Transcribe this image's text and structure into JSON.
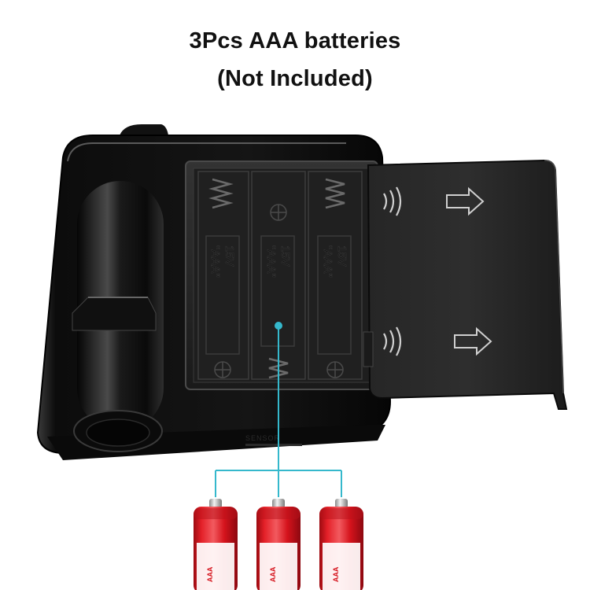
{
  "caption": {
    "line1": "3Pcs AAA batteries",
    "line2": "(Not Included)"
  },
  "device": {
    "sensor_label": "SENSOR",
    "slot_voltage": "15V",
    "slot_type": "\"AAA\""
  },
  "colors": {
    "connector_line": "#35b8cc",
    "battery_red": "#d5131c",
    "device_body": "#0d0d0d"
  },
  "battery": {
    "label": "AAA"
  }
}
